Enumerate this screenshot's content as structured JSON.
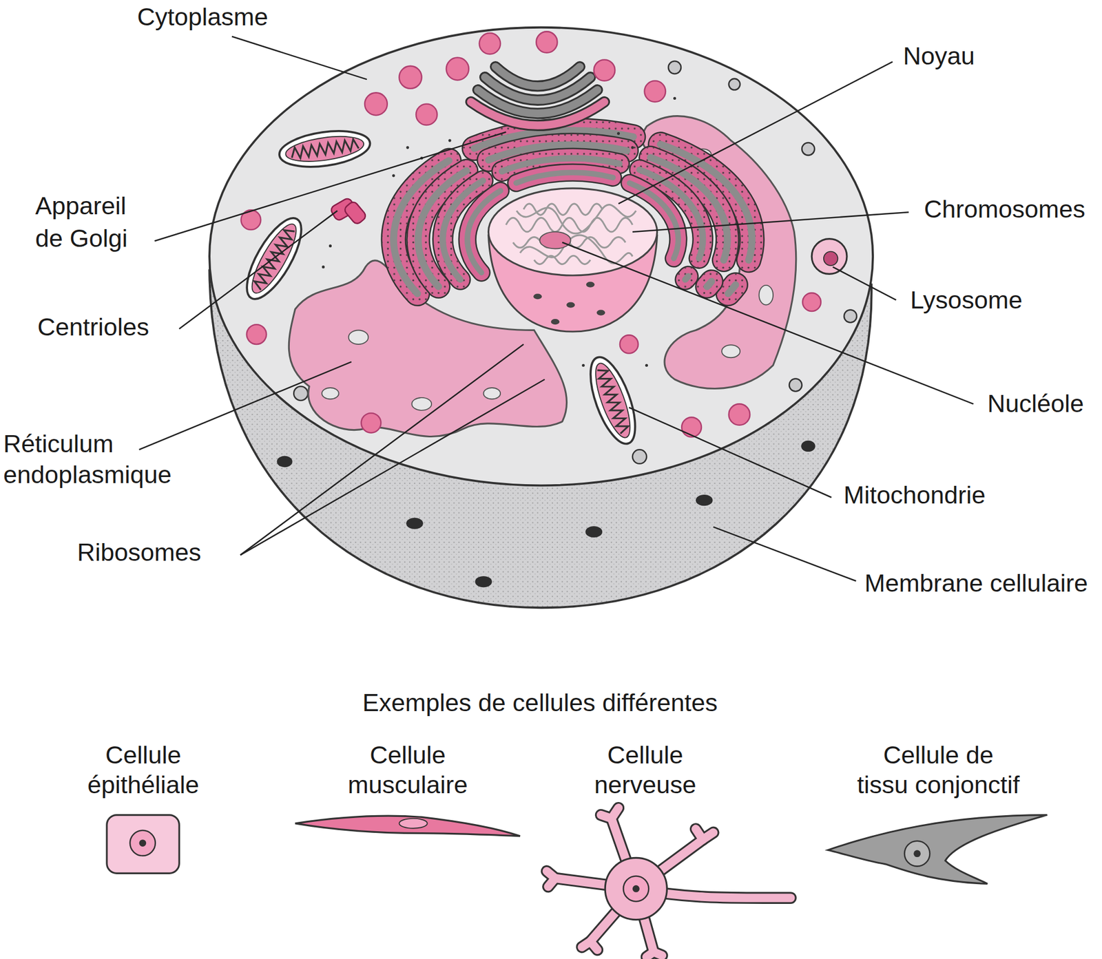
{
  "diagram": {
    "labels": [
      "Cytoplasme",
      "Noyau",
      "Appareil de Golgi",
      "Chromosomes",
      "Centrioles",
      "Lysosome",
      "Nucléole",
      "Réticulum endoplasmique",
      "Mitochondrie",
      "Ribosomes",
      "Membrane cellulaire",
      "Exemples de cellules différentes",
      "Cellule épithéliale",
      "Cellule musculaire",
      "Cellule nerveuse",
      "Cellule de tissu conjonctif"
    ]
  }
}
